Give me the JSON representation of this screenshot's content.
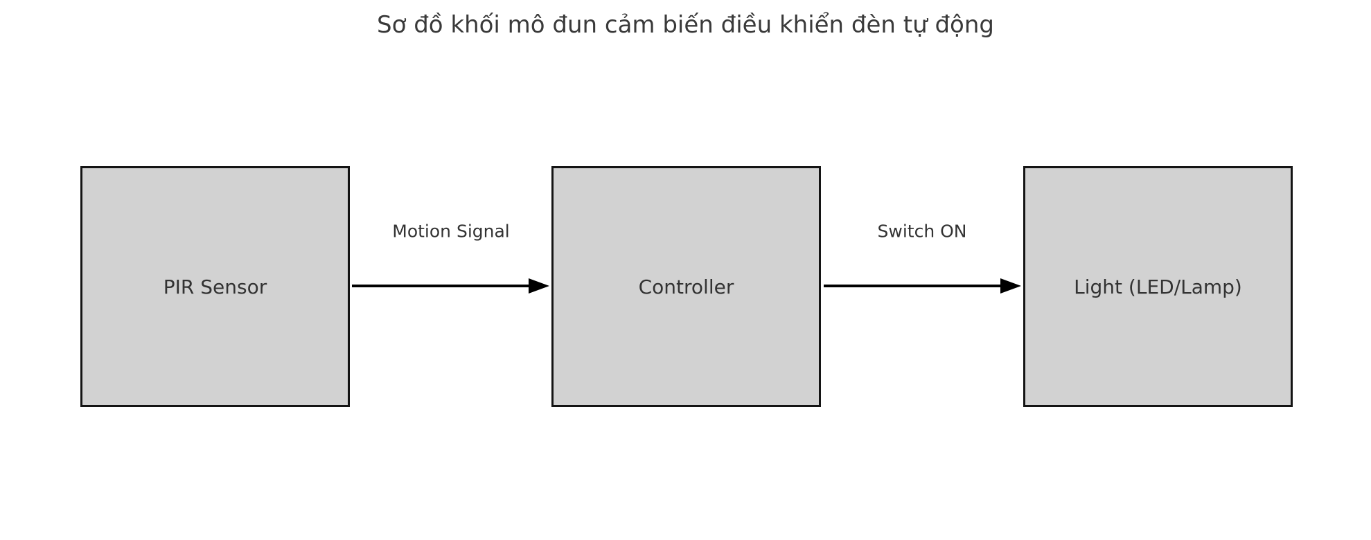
{
  "diagram": {
    "title": "Sơ đồ khối mô đun cảm biến điều khiển đèn tự động",
    "blocks": [
      {
        "id": "pir-sensor",
        "label": "PIR Sensor"
      },
      {
        "id": "controller",
        "label": "Controller"
      },
      {
        "id": "light",
        "label": "Light (LED/Lamp)"
      }
    ],
    "arrows": [
      {
        "from": "PIR Sensor",
        "to": "Controller",
        "label": "Motion Signal"
      },
      {
        "from": "Controller",
        "to": "Light (LED/Lamp)",
        "label": "Switch ON"
      }
    ],
    "colors": {
      "background": "#ffffff",
      "block_fill": "#d2d2d2",
      "block_border": "#141414",
      "arrow": "#000000",
      "text": "#333333"
    }
  }
}
